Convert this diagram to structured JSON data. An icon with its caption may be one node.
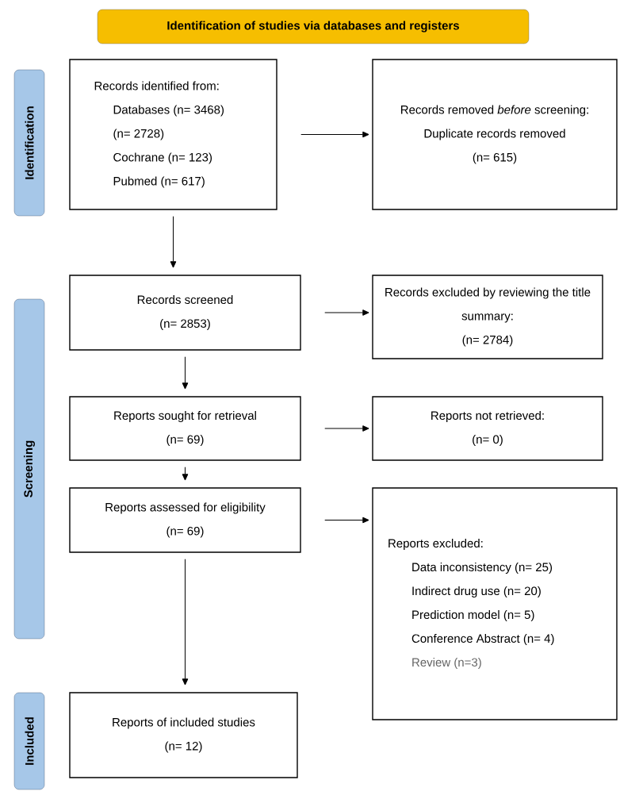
{
  "diagram": {
    "nodes": [
      {
        "text": [
          "Identification of studies via databases and registers"
        ]
      },
      {
        "text": [
          "Identification"
        ]
      },
      {
        "text": [
          "Screening"
        ]
      },
      {
        "text": [
          "Included"
        ]
      },
      {
        "text": [
          "Records identified from:",
          "Databases (n= 3468)",
          "(n= 2728)",
          "Cochrane (n= 123)",
          "Pubmed (n= 617)"
        ]
      },
      {
        "text": [
          "Records removed *before* screening:",
          "Duplicate records removed",
          "(n= 615)"
        ]
      },
      {
        "text": [
          "Records screened",
          "(n= 2853)"
        ]
      },
      {
        "text": [
          "Records excluded by reviewing the title summary:",
          "(n= 2784)"
        ]
      },
      {
        "text": [
          "Reports sought for retrieval",
          "(n= 69)"
        ]
      },
      {
        "text": [
          "Reports not retrieved:",
          "(n= 0)"
        ]
      },
      {
        "text": [
          "Reports assessed for eligibility",
          "(n= 69)"
        ]
      },
      {
        "text": [
          "Reports excluded:",
          "Data inconsistency (n= 25)",
          "Indirect drug use (n= 20)",
          "Prediction model (n= 5)",
          "Conference Abstract (n= 4)",
          "Review (n=3)"
        ]
      },
      {
        "text": [
          "Reports of included studies",
          "(n= 12)"
        ]
      }
    ],
    "edges": [
      {
        "from": 4,
        "to": 5,
        "arrow": "to"
      },
      {
        "from": 4,
        "to": 6,
        "arrow": "to"
      },
      {
        "from": 6,
        "to": 7,
        "arrow": "to"
      },
      {
        "from": 6,
        "to": 8,
        "arrow": "to"
      },
      {
        "from": 8,
        "to": 9,
        "arrow": "to"
      },
      {
        "from": 8,
        "to": 10,
        "arrow": "to"
      },
      {
        "from": 10,
        "to": 11,
        "arrow": "to"
      },
      {
        "from": 10,
        "to": 12,
        "arrow": "to"
      }
    ]
  }
}
